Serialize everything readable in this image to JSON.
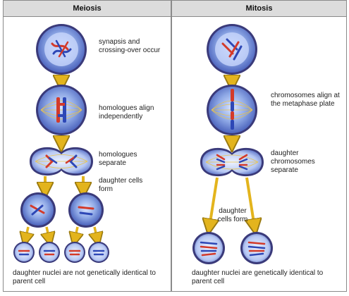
{
  "meiosis": {
    "title": "Meiosis",
    "labels": {
      "synapsis": "synapsis and crossing-over occur",
      "align": "homologues align independently",
      "separate": "homologues separate",
      "cells_form": "daughter cells form",
      "footer": "daughter nuclei are not genetically identical to parent cell"
    }
  },
  "mitosis": {
    "title": "Mitosis",
    "labels": {
      "align": "chromosomes align at the metaphase plate",
      "separate": "daughter chromosomes separate",
      "cells_form": "daughter cells form",
      "footer": "daughter nuclei are genetically identical to parent cell"
    }
  },
  "colors": {
    "cell_outer": "#9bb6e8",
    "cell_inner": "#6f8fd8",
    "cell_rim": "#3d3d7a",
    "arrow": "#e3b41d",
    "chrom_red": "#d33a2a",
    "chrom_blue": "#2d47b6",
    "spindle": "#e8c450"
  }
}
